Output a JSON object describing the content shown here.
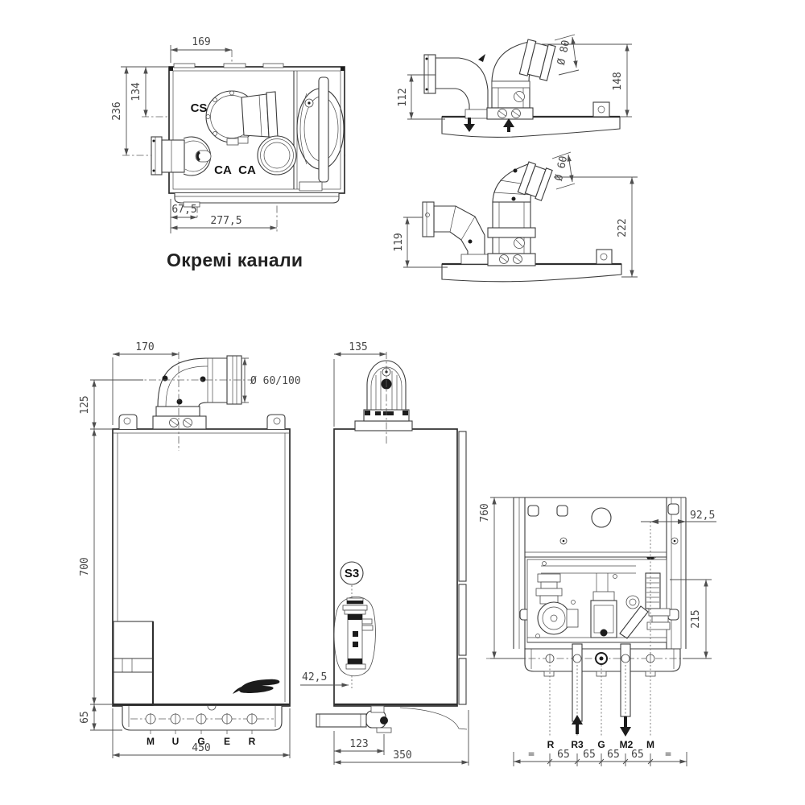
{
  "drawing_title": "Окремі канали",
  "colors": {
    "ink": "#3c3c3c",
    "dim": "#4f4f4f",
    "background": "#ffffff"
  },
  "top_view": {
    "caption": "Окремі канали",
    "port_cs": "CS",
    "port_ca1": "CA",
    "port_ca2": "CA",
    "dim_flue_x": "169",
    "dim_cs_y": "134",
    "dim_ca_y": "236",
    "dim_left_offset": "67,5",
    "dim_ca_span": "277,5"
  },
  "flue_a": {
    "dim_left_h": "112",
    "dim_dia": "Ø 80",
    "dim_right_h": "148"
  },
  "flue_b": {
    "dim_left_h": "119",
    "dim_dia": "Ø 60",
    "dim_right_h": "222"
  },
  "front_view": {
    "dim_flue_x": "170",
    "dim_flue_y": "125",
    "dim_height": "700",
    "dim_base_h": "65",
    "dim_width": "450",
    "dim_dia": "Ø 60/100",
    "connections": [
      "M",
      "U",
      "G",
      "E",
      "R"
    ]
  },
  "side_view": {
    "label_s3": "S3",
    "dim_flue_x": "135",
    "dim_siphon_x": "42,5",
    "dim_drain_x": "123",
    "dim_depth": "350"
  },
  "bottom_view": {
    "dim_height": "760",
    "dim_right_offset": "92,5",
    "dim_inner_h": "215",
    "connections": [
      "R",
      "R3",
      "G",
      "M2",
      "M"
    ],
    "spacings": [
      "=",
      "65",
      "65",
      "65",
      "65",
      "="
    ]
  }
}
